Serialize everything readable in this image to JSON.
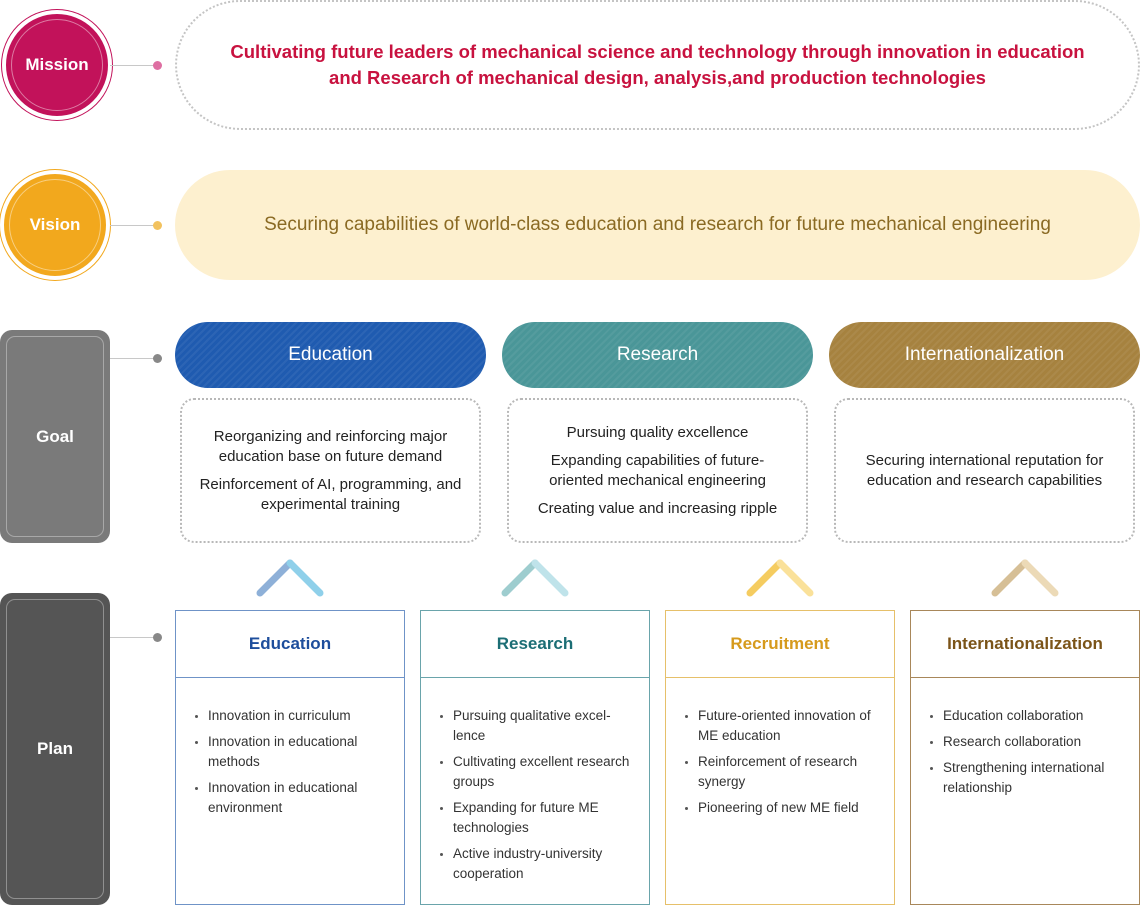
{
  "labels": {
    "mission": "Mission",
    "vision": "Vision",
    "goal": "Goal",
    "plan": "Plan"
  },
  "mission": {
    "line1": "Cultivating future leaders of mechanical science and technology through innovation in education",
    "line2": "and Research of mechanical design, analysis,and production technologies"
  },
  "vision": {
    "text": "Securing capabilities of world-class education and research for future mechanical engineering"
  },
  "goals": [
    {
      "title": "Education",
      "items": [
        "Reorganizing and reinforcing major education base on future demand",
        "Reinforcement of AI, programming, and experimental training"
      ]
    },
    {
      "title": "Research",
      "items": [
        "Pursuing quality excellence",
        "Expanding capabilities of future-oriented mechanical engineering",
        "Creating value and increasing ripple"
      ]
    },
    {
      "title": "Internationalization",
      "items": [
        "Securing international reputation for education and research capabilities"
      ]
    }
  ],
  "plans": [
    {
      "title": "Education",
      "items": [
        "Innovation in curriculum",
        "Innovation in educational methods",
        "Innovation in educational environment"
      ]
    },
    {
      "title": "Research",
      "items": [
        "Pursuing qualitative excel-lence",
        "Cultivating excellent research groups",
        "Expanding for future ME technologies",
        "Active industry-university cooperation"
      ]
    },
    {
      "title": "Recruitment",
      "items": [
        "Future-oriented innovation of ME education",
        "Reinforcement of research synergy",
        "Pioneering of new ME field"
      ]
    },
    {
      "title": "Internationalization",
      "items": [
        "Education collaboration",
        "Research collaboration",
        "Strengthening international relationship"
      ]
    }
  ],
  "colors": {
    "mission": "#c2125a",
    "vision": "#f2a81d",
    "goal": "#7a7a7a",
    "plan": "#555555",
    "mission_text": "#c8123f",
    "vision_bg": "#fdf0cf",
    "vision_text": "#8a6a23",
    "goal_education": "#1f5bb0",
    "goal_research": "#4a9698",
    "goal_international": "#a6823f",
    "plan_education": "#1e4e9c",
    "plan_research": "#1c6e75",
    "plan_recruitment": "#d69a1c",
    "plan_international": "#7b5418"
  }
}
